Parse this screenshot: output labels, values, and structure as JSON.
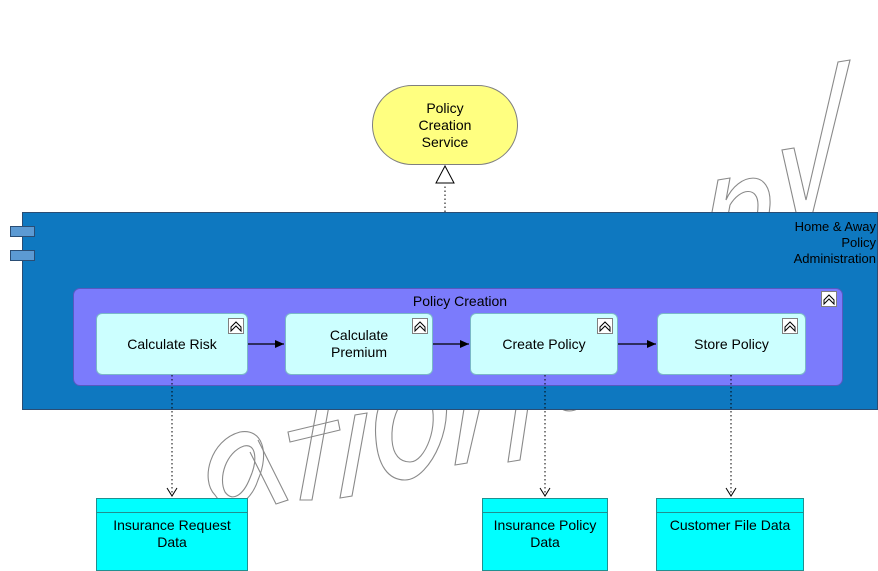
{
  "service": {
    "label": "Policy Creation Service"
  },
  "component": {
    "label": "Home & Away Policy Administration"
  },
  "process": {
    "label": "Policy Creation"
  },
  "functions": [
    {
      "label": "Calculate Risk"
    },
    {
      "label": "Calculate Premium"
    },
    {
      "label": "Create Policy"
    },
    {
      "label": "Store Policy"
    }
  ],
  "data_objects": [
    {
      "label": "Insurance Request Data"
    },
    {
      "label": "Insurance Policy Data"
    },
    {
      "label": "Customer File Data"
    }
  ],
  "watermark": {
    "text": "Evaluation Copy"
  },
  "colors": {
    "service": "#ffff80",
    "component": "#0e78c0",
    "process": "#7b7bfc",
    "function": "#ccffff",
    "data_object": "#00ffff"
  }
}
